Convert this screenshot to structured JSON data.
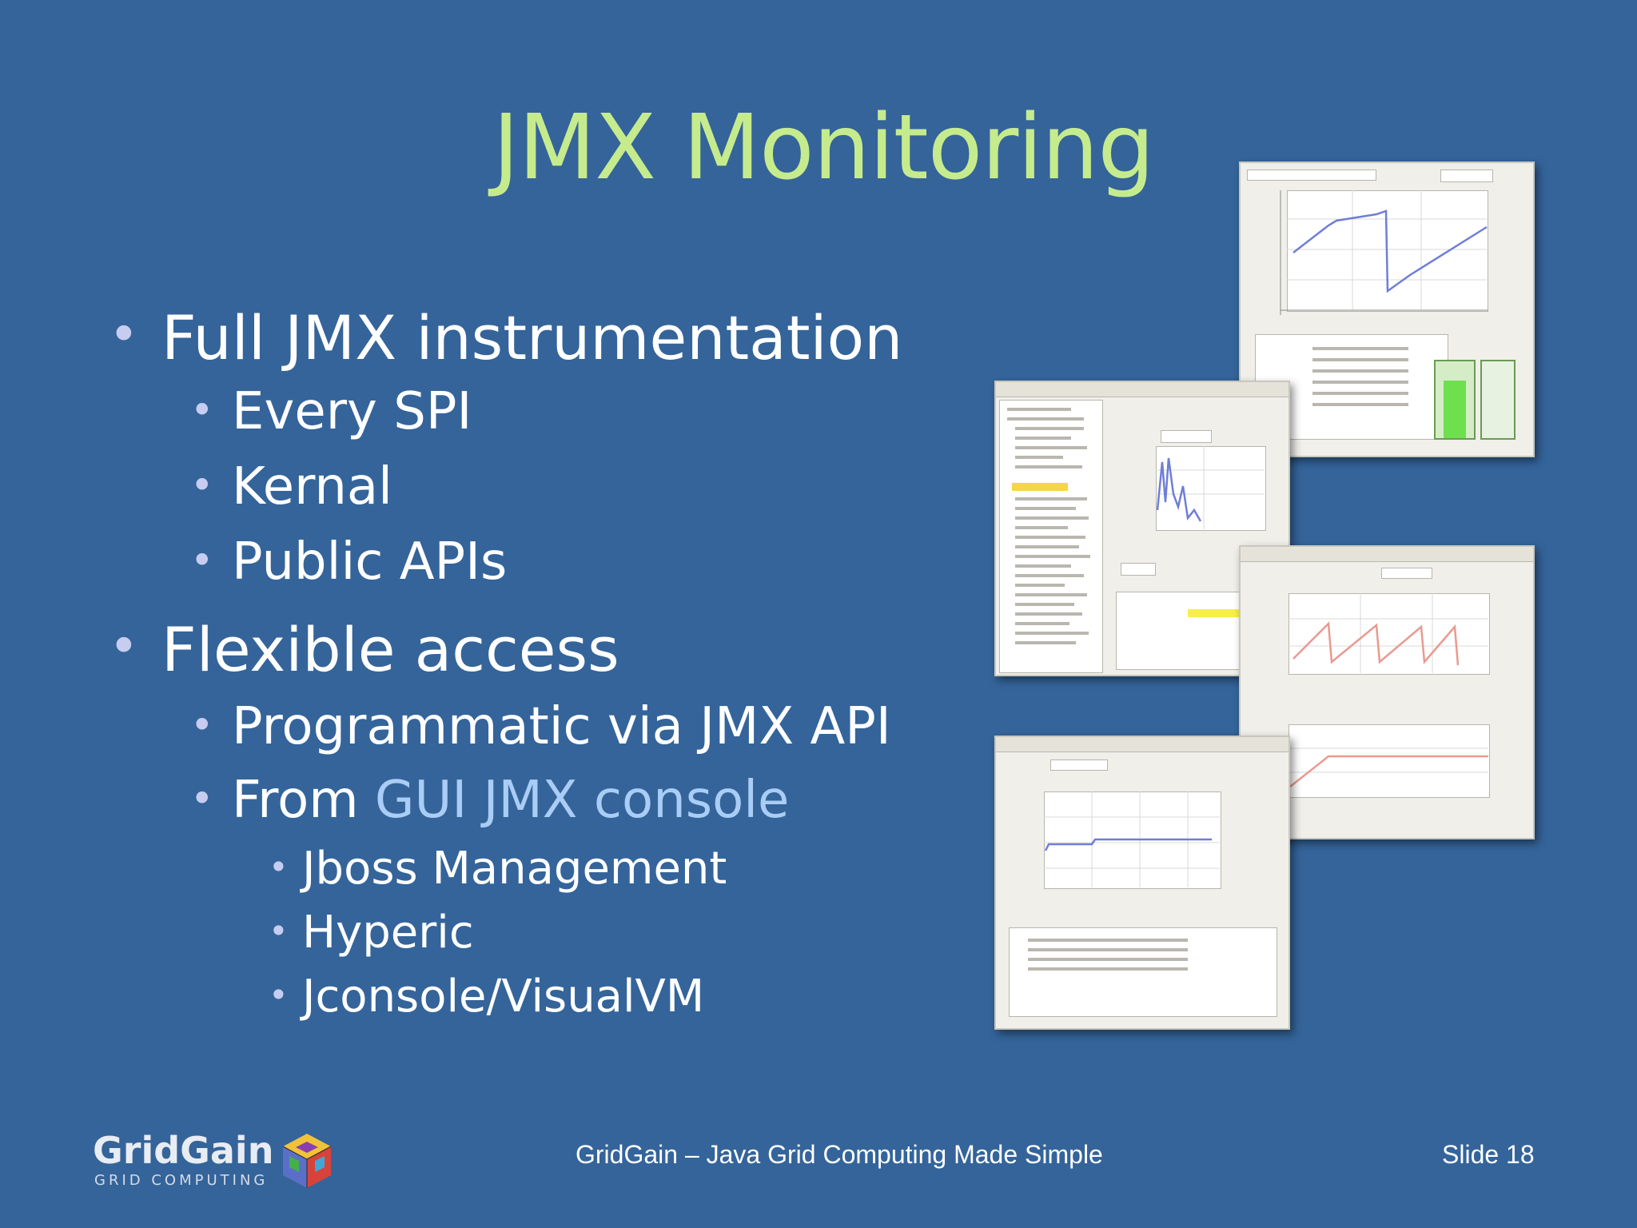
{
  "slide": {
    "title": "JMX Monitoring",
    "bullets": [
      {
        "text": "Full JMX instrumentation",
        "level": 1
      },
      {
        "text": "Every SPI",
        "level": 2
      },
      {
        "text": "Kernal",
        "level": 2
      },
      {
        "text": "Public APIs",
        "level": 2
      },
      {
        "text": "Flexible access",
        "level": 1
      },
      {
        "text": "Programmatic via JMX API",
        "level": 2
      },
      {
        "text_prefix": "From ",
        "text_link": "GUI JMX console",
        "level": 2
      },
      {
        "text": "Jboss Management",
        "level": 3
      },
      {
        "text": "Hyperic",
        "level": 3
      },
      {
        "text": "Jconsole/VisualVM",
        "level": 3
      }
    ],
    "bullet_glyph": "•"
  },
  "footer": {
    "logo_name": "GridGain",
    "logo_subtitle": "GRID COMPUTING",
    "tagline": "GridGain – Java Grid Computing Made Simple",
    "slide_number": "Slide 18"
  },
  "colors": {
    "background": "#34649a",
    "title": "#c6eb8d",
    "link": "#a9cdf5",
    "bullet_dot": "#c7cdf0"
  },
  "icons": {
    "logo": "rubiks-cube-icon"
  }
}
